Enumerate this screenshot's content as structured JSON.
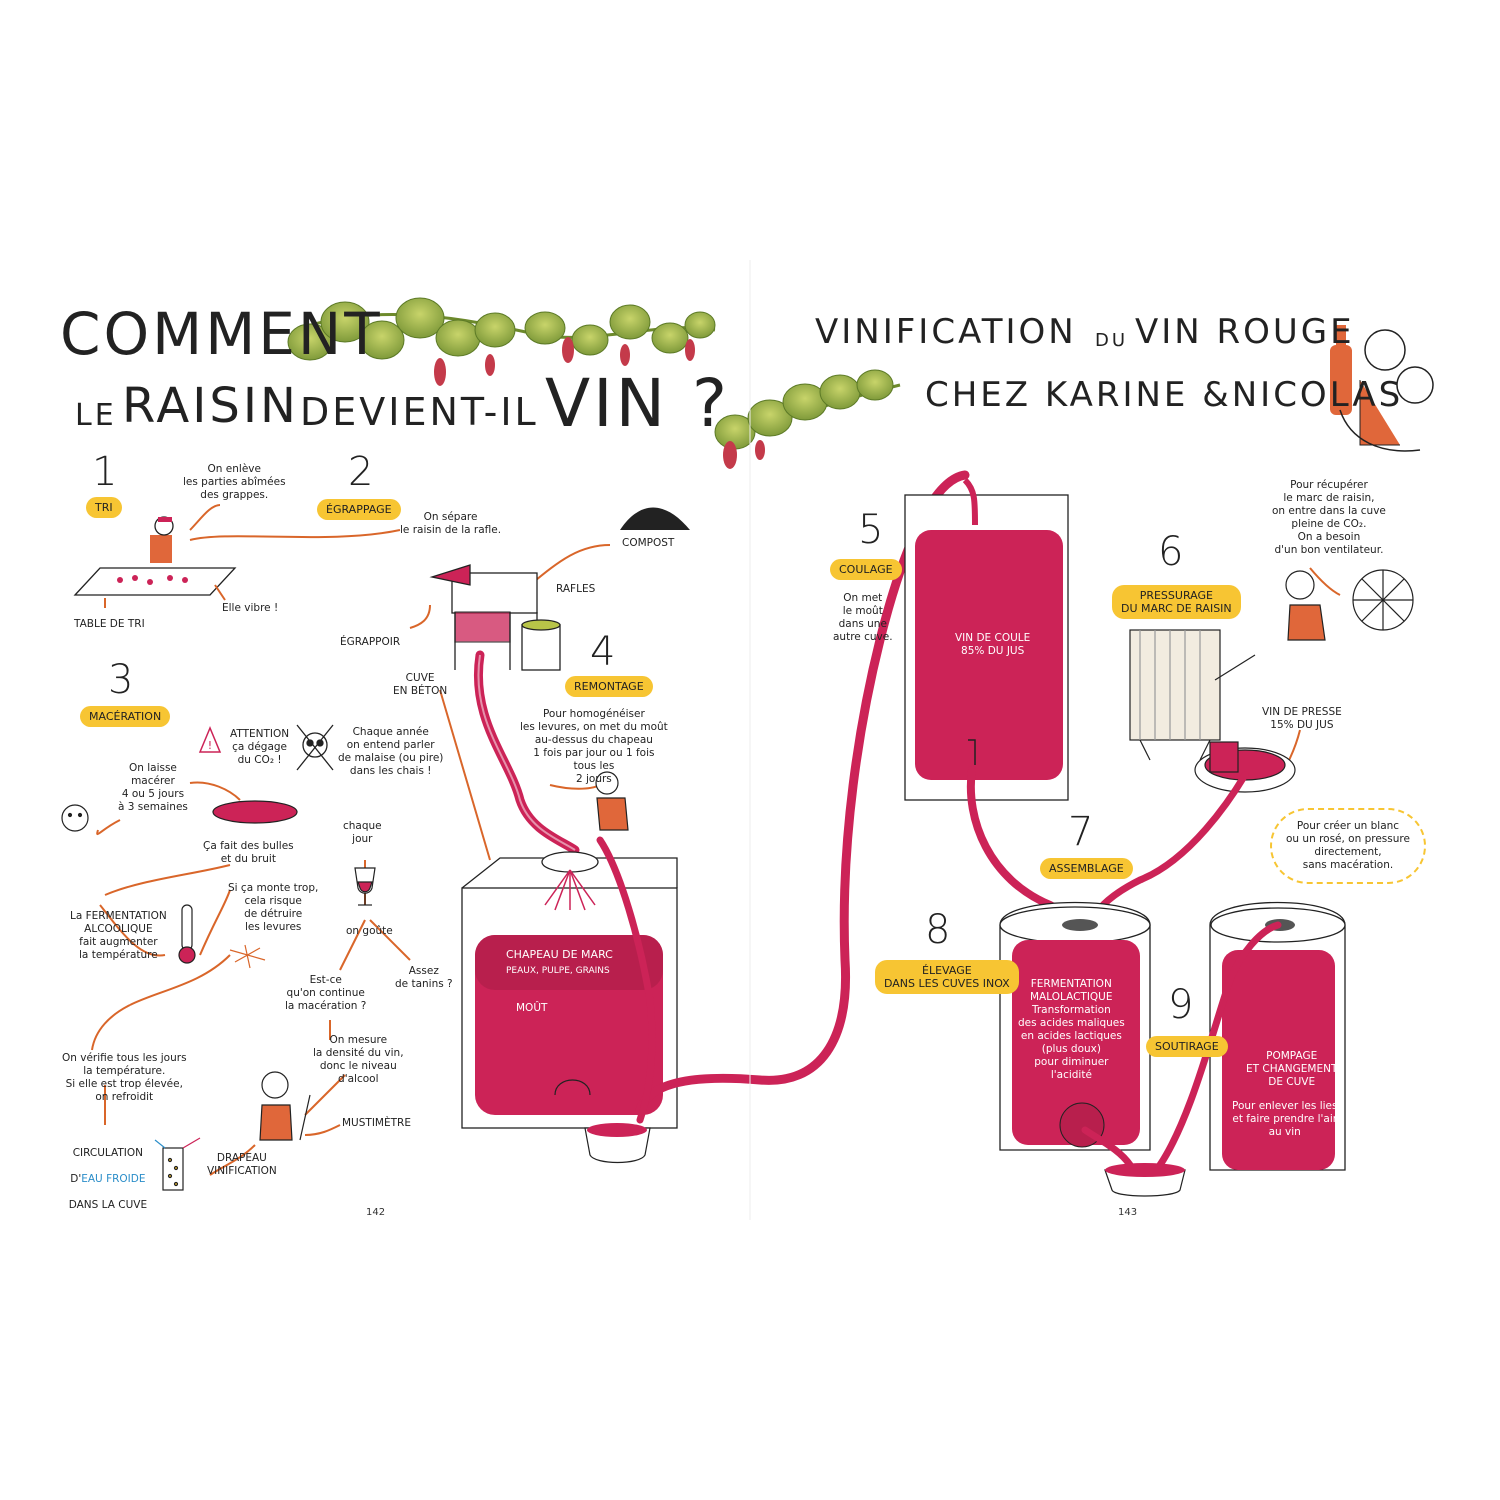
{
  "title_left": {
    "line1": "COMMENT",
    "line2a": "LE",
    "line2b": "RAISIN",
    "line2c": "DEVIENT-IL",
    "line2d": "VIN ?"
  },
  "title_right": {
    "line1a": "VINIFICATION",
    "line1b": "DU",
    "line1c": "VIN ROUGE",
    "line2": "CHEZ KARINE &NICOLAS"
  },
  "steps": [
    {
      "num": "1",
      "label": "TRI"
    },
    {
      "num": "2",
      "label": "ÉGRAPPAGE"
    },
    {
      "num": "3",
      "label": "MACÉRATION"
    },
    {
      "num": "4",
      "label": "REMONTAGE"
    },
    {
      "num": "5",
      "label": "COULAGE"
    },
    {
      "num": "6",
      "label": "PRESSURAGE\nDU MARC DE RAISIN"
    },
    {
      "num": "7",
      "label": "ASSEMBLAGE"
    },
    {
      "num": "8",
      "label": "ÉLEVAGE\nDANS LES CUVES INOX"
    },
    {
      "num": "9",
      "label": "SOUTIRAGE"
    }
  ],
  "notes": {
    "tri_remove": "On enlève\nles parties abîmées\ndes grappes.",
    "table_tri": "TABLE DE TRI",
    "elle_vibre": "Elle vibre !",
    "separe": "On sépare\nle raisin de la rafle.",
    "compost": "COMPOST",
    "rafles": "RAFLES",
    "egrappoir": "ÉGRAPPOIR",
    "cuve_beton": "CUVE\nEN BÉTON",
    "attention": "ATTENTION\nça dégage\ndu CO₂ !",
    "malaise": "Chaque année\non entend parler\nde malaise (ou pire)\ndans les chais !",
    "laisse_macerer": "On laisse\nmacérer\n4 ou 5 jours\nà 3 semaines",
    "bulles": "Ça fait des bulles\net du bruit",
    "chaque_jour": "chaque\njour",
    "si_monte": "Si ça monte trop,\ncela risque\nde détruire\nles levures",
    "fermentation_alc": "La FERMENTATION\nALCOOLIQUE\nfait augmenter\nla température",
    "on_goute": "on goûte",
    "continue": "Est-ce\nqu'on continue\nla macération ?",
    "tanins": "Assez\nde tanins ?",
    "mesure": "On mesure\nla densité du vin,\ndonc le niveau\nd'alcool",
    "mustimetre": "MUSTIMÈTRE",
    "verifie": "On vérifie tous les jours\nla température.\nSi elle est trop élevée,\non refroidit",
    "circulation_a": "CIRCULATION",
    "circulation_b": "D'",
    "circulation_c": "EAU FROIDE",
    "circulation_d": "DANS LA CUVE",
    "drapeau": "DRAPEAU\nVINIFICATION",
    "remontage_text": "Pour homogénéiser\nles levures, on met du moût\nau-dessus du chapeau\n1 fois par jour ou 1 fois\ntous les\n2 jours",
    "chapeau": "CHAPEAU DE MARC",
    "chapeau_sub": "PEAUX, PULPE, GRAINS",
    "mout": "MOÛT",
    "met_mout": "On met\nle moût\ndans une\nautre cuve.",
    "vin_coule": "VIN DE COULE\n85% DU JUS",
    "recuperer": "Pour récupérer\nle marc de raisin,\non entre dans la cuve\npleine de CO₂.\nOn a besoin\nd'un bon ventilateur.",
    "vin_presse": "VIN DE PRESSE\n15% DU JUS",
    "blanc_rose": "Pour créer un blanc\nou un rosé, on pressure\ndirectement,\nsans macération.",
    "fermentation_malo_title": "FERMENTATION\nMALOLACTIQUE",
    "fermentation_malo_text": "Transformation\ndes acides maliques\nen acides lactiques\n(plus doux)\npour diminuer\nl'acidité",
    "pompage_title": "POMPAGE\nET CHANGEMENT\nDE CUVE",
    "pompage_text": "Pour enlever les lies\net faire prendre l'air\nau vin"
  },
  "pages": {
    "left": "142",
    "right": "143"
  },
  "colors": {
    "wine": "#cc2357",
    "wine_light": "#d9406e",
    "yellow": "#f7c533",
    "orange": "#d9662a",
    "leaf": "#a8b84a",
    "blue": "#2b8ec9"
  }
}
